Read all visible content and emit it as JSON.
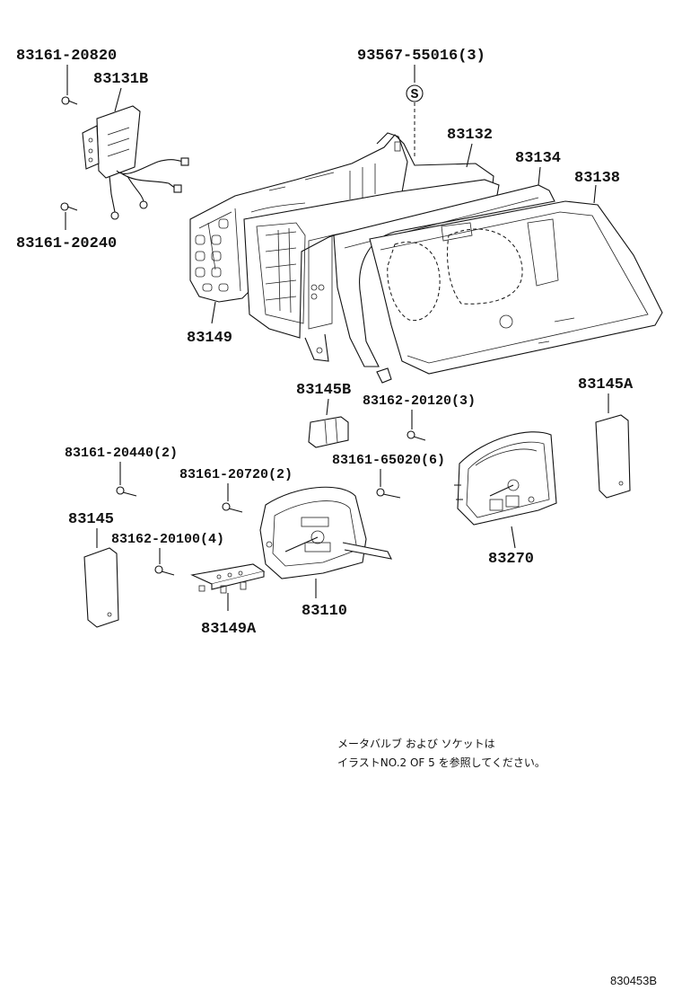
{
  "labels": {
    "p83161_20820": "83161-20820",
    "p83131B": "83131B",
    "p83161_20240": "83161-20240",
    "p93567_55016": "93567-55016(3)",
    "screw_symbol": "S",
    "p83132": "83132",
    "p83134": "83134",
    "p83138": "83138",
    "p83149": "83149",
    "p83145B": "83145B",
    "p83162_20120": "83162-20120(3)",
    "p83145A": "83145A",
    "p83161_20440": "83161-20440(2)",
    "p83161_20720": "83161-20720(2)",
    "p83161_65020": "83161-65020(6)",
    "p83145": "83145",
    "p83162_20100": "83162-20100(4)",
    "p83270": "83270",
    "p83110": "83110",
    "p83149A": "83149A"
  },
  "note": {
    "line1": "メータバルブ および ソケットは",
    "line2": "イラストNO.2 OF 5 を参照してください。"
  },
  "figure_number": "830453B"
}
